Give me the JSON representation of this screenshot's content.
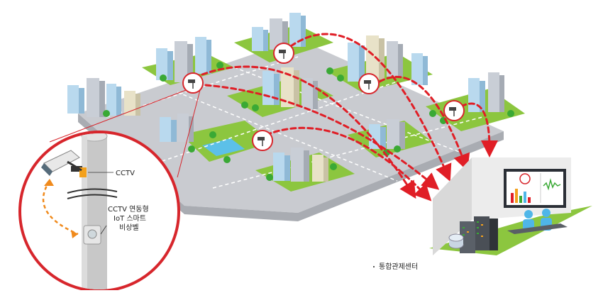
{
  "labels": {
    "cctv": "CCTV",
    "bell_line1": "CCTV 연동형",
    "bell_line2": "IoT 스마트",
    "bell_line3": "비상벨",
    "control_center": "통합관제센터"
  },
  "colors": {
    "road": "#c9cbd0",
    "grass": "#8cc63f",
    "arrow": "#e01e26",
    "ring": "#d7262c",
    "wall": "#e3e3e3",
    "screen": "#2b2f36",
    "operator": "#4fb6e8",
    "building_blue": "#b9d9ee",
    "building_gray": "#c9ced6"
  },
  "icons": [
    "cctv-camera-icon",
    "emergency-bell-icon",
    "server-rack-icon",
    "operator-icon"
  ]
}
